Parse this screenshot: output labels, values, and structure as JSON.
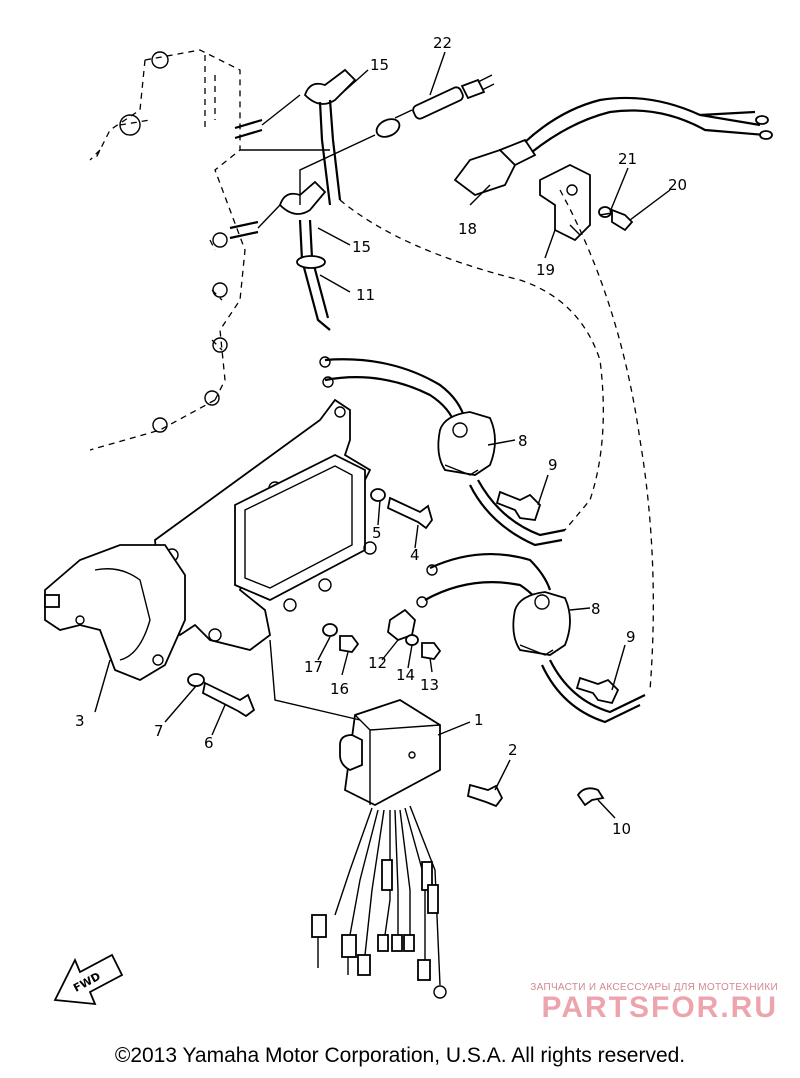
{
  "callouts": [
    {
      "id": "c1",
      "label": "1"
    },
    {
      "id": "c2",
      "label": "2"
    },
    {
      "id": "c3",
      "label": "3"
    },
    {
      "id": "c4",
      "label": "4"
    },
    {
      "id": "c5",
      "label": "5"
    },
    {
      "id": "c6",
      "label": "6"
    },
    {
      "id": "c7",
      "label": "7"
    },
    {
      "id": "c8a",
      "label": "8"
    },
    {
      "id": "c8b",
      "label": "8"
    },
    {
      "id": "c9a",
      "label": "9"
    },
    {
      "id": "c9b",
      "label": "9"
    },
    {
      "id": "c10",
      "label": "10"
    },
    {
      "id": "c11",
      "label": "11"
    },
    {
      "id": "c12",
      "label": "12"
    },
    {
      "id": "c13",
      "label": "13"
    },
    {
      "id": "c14",
      "label": "14"
    },
    {
      "id": "c15a",
      "label": "15"
    },
    {
      "id": "c15b",
      "label": "15"
    },
    {
      "id": "c16",
      "label": "16"
    },
    {
      "id": "c17",
      "label": "17"
    },
    {
      "id": "c18",
      "label": "18"
    },
    {
      "id": "c19",
      "label": "19"
    },
    {
      "id": "c20",
      "label": "20"
    },
    {
      "id": "c21",
      "label": "21"
    },
    {
      "id": "c22",
      "label": "22"
    }
  ],
  "fwd_arrow": {
    "label": "FWD"
  },
  "watermark": {
    "tagline": "ЗАПЧАСТИ И АКСЕССУАРЫ ДЛЯ МОТОТЕХНИКИ",
    "logo": "PARTSFOR.RU"
  },
  "footer": {
    "copyright": "©2013 Yamaha Motor Corporation, U.S.A. All rights reserved."
  }
}
